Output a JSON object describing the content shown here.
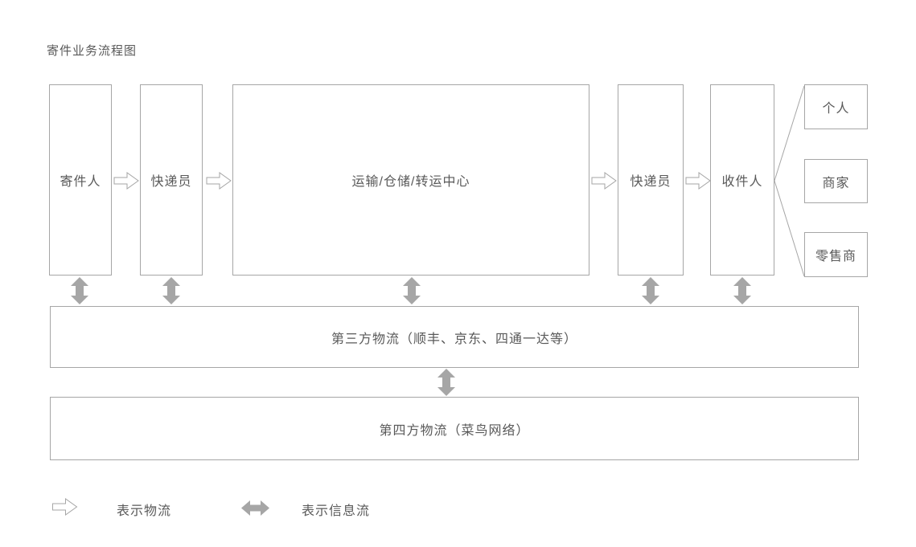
{
  "title": "寄件业务流程图",
  "nodes": {
    "sender": "寄件人",
    "courier_pickup": "快递员",
    "transit_center": "运输/仓储/转运中心",
    "courier_delivery": "快递员",
    "recipient": "收件人",
    "individual": "个人",
    "merchant": "商家",
    "retailer": "零售商",
    "third_party_logistics": "第三方物流（顺丰、京东、四通一达等）",
    "fourth_party_logistics": "第四方物流（菜鸟网络）"
  },
  "legend": {
    "material_flow_label": "表示物流",
    "information_flow_label": "表示信息流"
  },
  "colors": {
    "box_border": "#a6a6a6",
    "arrow": "#a6a6a6",
    "text": "#595959",
    "background": "#ffffff"
  }
}
